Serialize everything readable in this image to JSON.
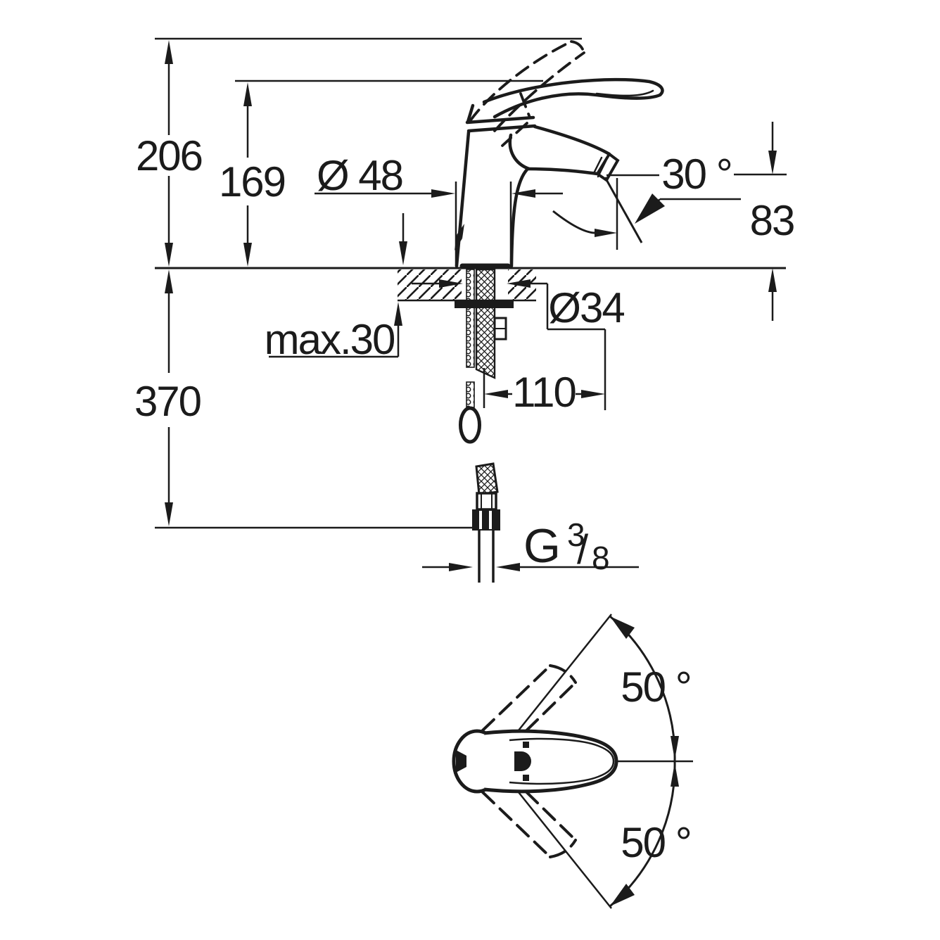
{
  "colors": {
    "ink": "#1b1b1b",
    "paper": "#ffffff"
  },
  "labels": {
    "height_total": "206",
    "height_handle": "169",
    "base_diameter": "Ø 48",
    "spout_angle": "30 °",
    "spout_height": "83",
    "max_deck_thickness": "max.30",
    "hole_diameter": "Ø34",
    "depth_below_deck": "370",
    "hose_spacing": "110",
    "thread_g": "G",
    "thread_numerator": "3",
    "thread_slash": "/",
    "thread_denominator": "8",
    "swivel_up": "50 °",
    "swivel_down": "50 °"
  }
}
